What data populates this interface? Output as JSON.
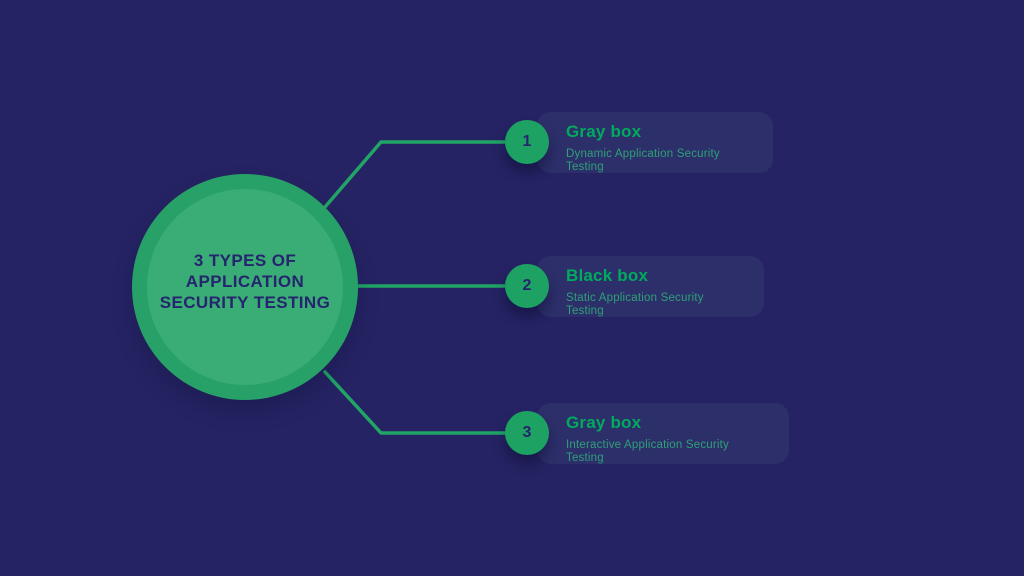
{
  "center": {
    "lines": [
      "3 TYPES OF",
      "APPLICATION",
      "SECURITY TESTING"
    ],
    "full_title": "3 TYPES OF APPLICATION SECURITY TESTING"
  },
  "items": [
    {
      "number": "1",
      "title": "Gray box",
      "subtitle": "Dynamic Application Security Testing"
    },
    {
      "number": "2",
      "title": "Black box",
      "subtitle": "Static Application Security Testing"
    },
    {
      "number": "3",
      "title": "Gray box",
      "subtitle": "Interactive Application Security Testing"
    }
  ],
  "colors": {
    "bg": "#252363",
    "card-bg": "#2c2f6a",
    "line": "#21a566",
    "circle-outer": "#27a167",
    "circle-inner": "#3aac75",
    "badge": "#1da263",
    "title-green": "#00ab5e",
    "subtitle-green": "#2fa077",
    "navy-text": "#25246e"
  }
}
